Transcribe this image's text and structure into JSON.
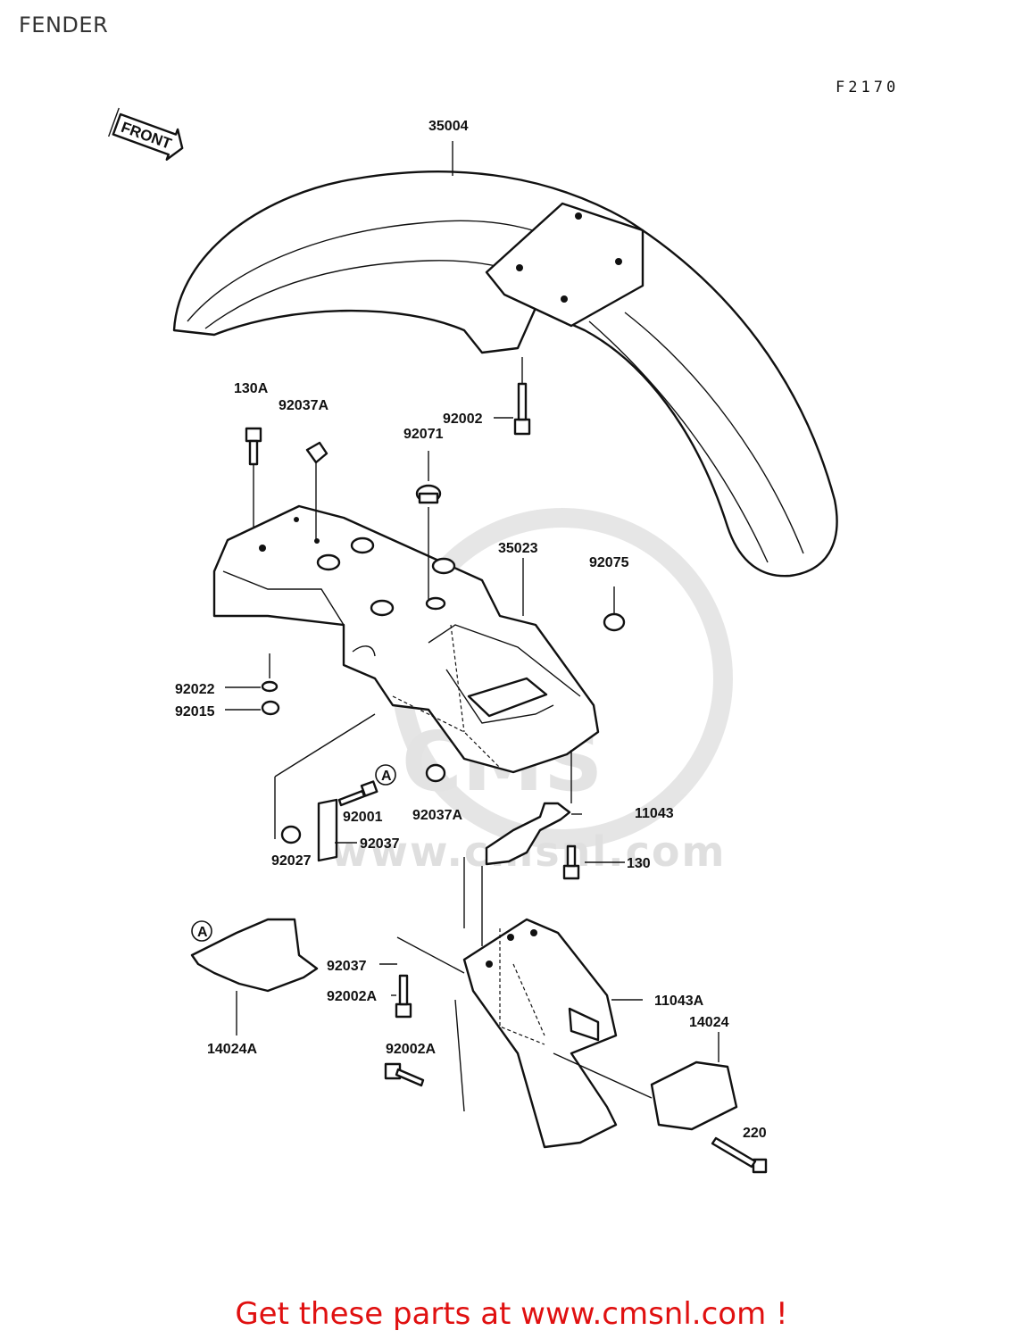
{
  "page": {
    "title": "FENDER",
    "diagram_code": "F2170",
    "footer": "Get these parts at www.cmsnl.com !"
  },
  "watermark": {
    "text": "www.cmsnl.com",
    "logo_text": "CMS"
  },
  "front_marker": "FRONT",
  "ref_marker": "A",
  "part_labels": {
    "l35004": "35004",
    "l130A": "130A",
    "l92037A_top": "92037A",
    "l92002": "92002",
    "l92071": "92071",
    "l35023": "35023",
    "l92075": "92075",
    "l92022": "92022",
    "l92015": "92015",
    "l92001": "92001",
    "l92037A_mid": "92037A",
    "l11043": "11043",
    "l92037_mid": "92037",
    "l92027": "92027",
    "l130": "130",
    "l92037_low": "92037",
    "l92002A_low": "92002A",
    "l11043A": "11043A",
    "l14024": "14024",
    "l92002A_bottom": "92002A",
    "l14024A": "14024A",
    "l220": "220"
  },
  "colors": {
    "line": "#111111",
    "footer": "#e01010",
    "watermark": "#dcdcdc"
  }
}
